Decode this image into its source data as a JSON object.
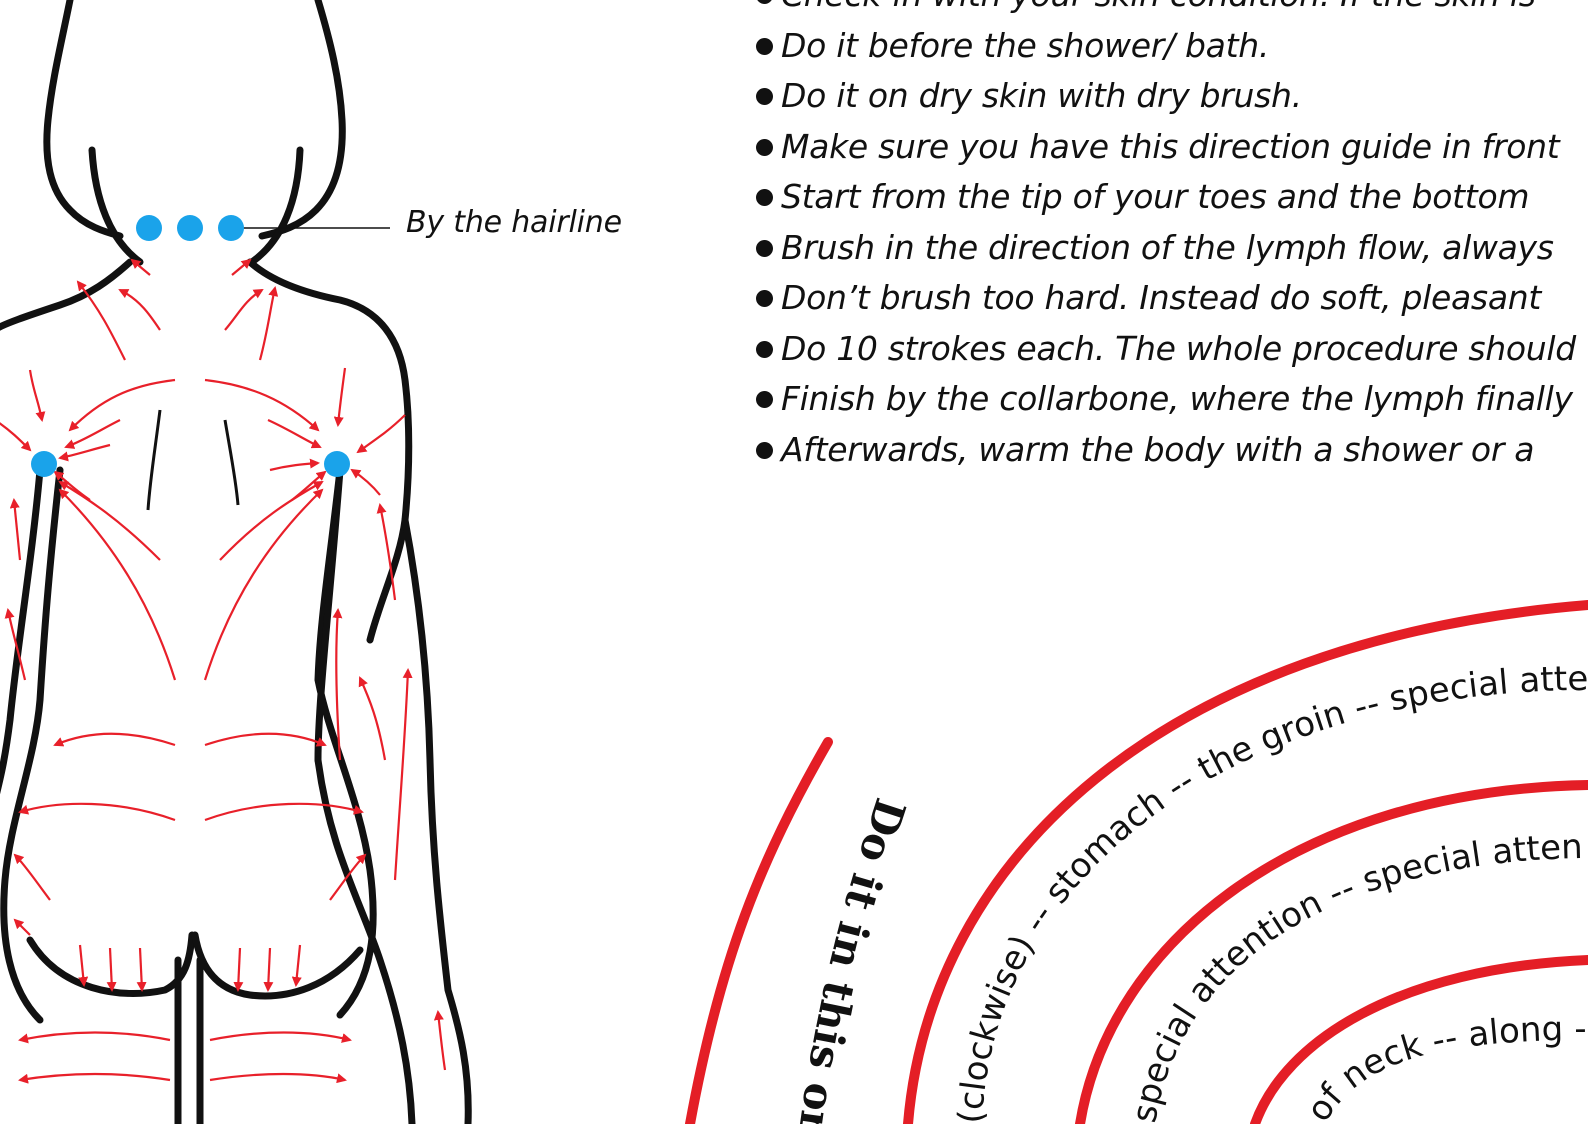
{
  "instructions": [
    "Check-in with your skin condition. If the skin is",
    "Do it before the shower/ bath.",
    "Do it on dry skin with dry brush.",
    "Make sure you have this direction guide in front",
    "Start from the tip of your toes and the bottom",
    "Brush in the direction of the lymph flow, always",
    "Don’t brush too hard. Instead do soft, pleasant",
    "Do 10 strokes each. The whole procedure should",
    "Finish by the collarbone, where the lymph finally",
    "Afterwards, warm the body with a shower or a"
  ],
  "callout": {
    "label": "By the hairline"
  },
  "spiral": {
    "headline": "Do it in this order",
    "ring1_text": "(clockwise) -- stomach -- the groin -- special attention to the groin",
    "ring2_text": "special attention -- special attention -- upper arm",
    "ring3_text": "of neck -- along -- back of neck"
  },
  "colors": {
    "arrow": "#e8202a",
    "point": "#1aa3ea",
    "outline": "#111111",
    "ring": "#e41e26"
  },
  "icons": {
    "lymph-point": "blue-dot",
    "flow-arrow": "red-arrow"
  }
}
